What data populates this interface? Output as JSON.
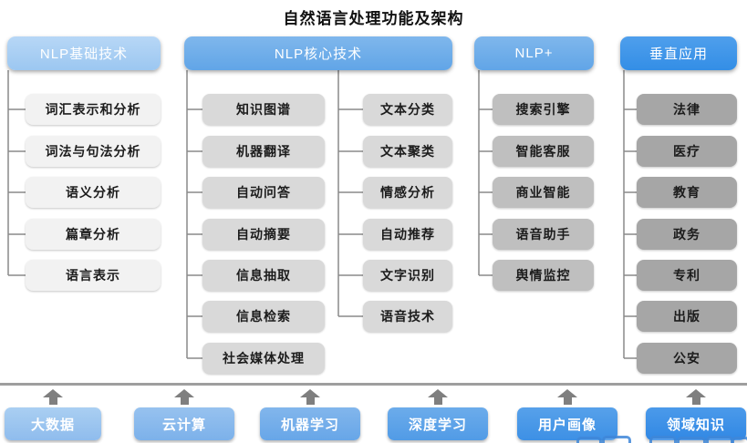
{
  "title": "自然语言处理功能及架构",
  "columns": [
    {
      "header": "NLP基础技术",
      "items": [
        "词汇表示和分析",
        "词法与句法分析",
        "语义分析",
        "篇章分析",
        "语言表示"
      ]
    },
    {
      "header": "NLP核心技术",
      "items_left": [
        "知识图谱",
        "机器翻译",
        "自动问答",
        "自动摘要",
        "信息抽取",
        "信息检索",
        "社会媒体处理"
      ],
      "items_right": [
        "文本分类",
        "文本聚类",
        "情感分析",
        "自动推荐",
        "文字识别",
        "语音技术"
      ]
    },
    {
      "header": "NLP+",
      "items": [
        "搜索引擎",
        "智能客服",
        "商业智能",
        "语音助手",
        "舆情监控"
      ]
    },
    {
      "header": "垂直应用",
      "items": [
        "法律",
        "医疗",
        "教育",
        "政务",
        "专利",
        "出版",
        "公安"
      ]
    }
  ],
  "foundation": [
    "大数据",
    "云计算",
    "机器学习",
    "深度学习",
    "用户画像",
    "领域知识"
  ],
  "colors": {
    "header_col1": "#a6cdf3",
    "header_col2": "#6fade9",
    "header_col3": "#6fade9",
    "header_col4": "#3e96e9",
    "item_col1": "#f2f2f2",
    "item_col2": "#d9d9d9",
    "item_col3": "#bfbfbf",
    "item_col4": "#a6a6a6",
    "foundation_boxes": [
      "#9dc5ef",
      "#8abaec",
      "#74aeea",
      "#5ea4e9",
      "#4a9ae8",
      "#3e93e8"
    ],
    "connector": "#8a8a8a",
    "arrow": "#7f7f7f",
    "divider": "#9e9e9e"
  }
}
